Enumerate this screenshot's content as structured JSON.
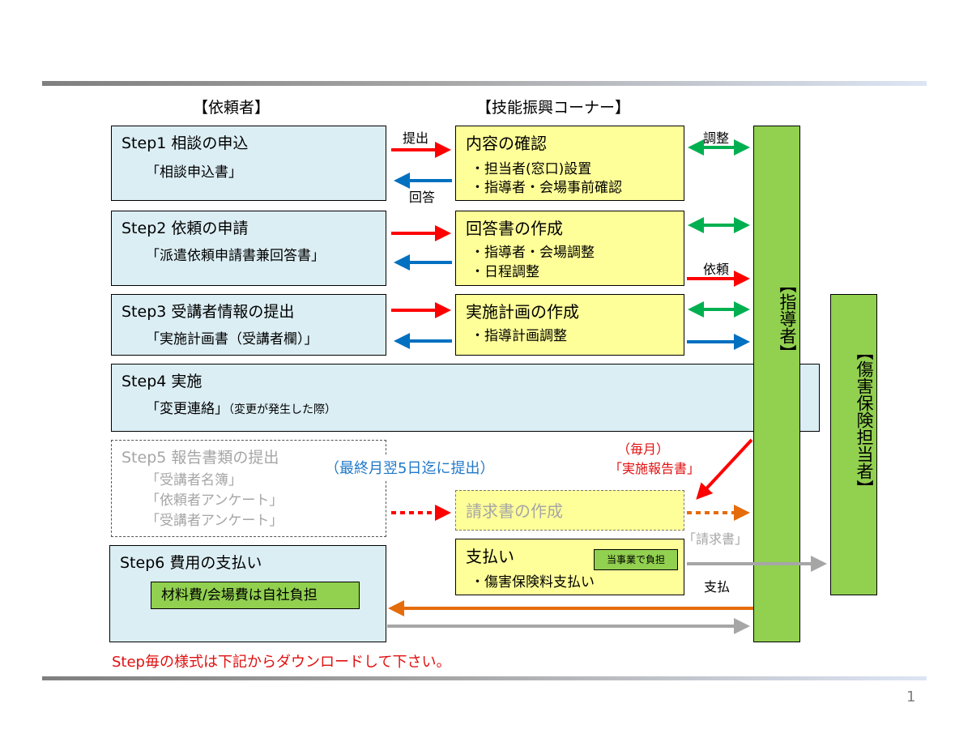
{
  "headers": {
    "requester": "【依頼者】",
    "corner": "【技能振興コーナー】"
  },
  "steps": [
    {
      "title": "Step1 相談の申込",
      "lines": [
        "「相談申込書」"
      ]
    },
    {
      "title": "Step2 依頼の申請",
      "lines": [
        "「派遣依頼申請書兼回答書」"
      ]
    },
    {
      "title": "Step3 受講者情報の提出",
      "lines": [
        "「実施計画書（受講者欄）」"
      ]
    },
    {
      "title": "Step4 実施",
      "lines": [
        "「変更連絡」"
      ],
      "note": "（変更が発生した際）"
    },
    {
      "title": "Step5 報告書類の提出",
      "lines": [
        "「受講者名簿」",
        "「依頼者アンケート」",
        "「受講者アンケート」"
      ]
    },
    {
      "title": "Step6 費用の支払い",
      "chip": "材料費/会場費は自社負担"
    }
  ],
  "corner_boxes": [
    {
      "title": "内容の確認",
      "lines": [
        "・担当者(窓口)設置",
        "・指導者・会場事前確認"
      ]
    },
    {
      "title": "回答書の作成",
      "lines": [
        "・指導者・会場調整",
        "・日程調整"
      ]
    },
    {
      "title": "実施計画の作成",
      "lines": [
        "・指導計画調整"
      ]
    },
    {
      "title": "請求書の作成",
      "lines": []
    },
    {
      "title": "支払い",
      "lines": [
        "・傷害保険料支払い"
      ],
      "badge": "当事業で負担"
    }
  ],
  "instructor": "【指導者】",
  "insurance": "【傷害保険担当者】",
  "arrow_labels": {
    "submit": "提出",
    "reply": "回答",
    "coordinate": "調整",
    "request": "依頼",
    "monthly": "（毎月）",
    "report": "「実施報告書」",
    "invoice": "「請求書」",
    "payment": "支払"
  },
  "deadline_note": "（最終月翌5日迄に提出）",
  "download_note": "Step毎の様式は下記からダウンロードして下さい。",
  "page_number": "1",
  "colors": {
    "red": "#ff0000",
    "blue": "#0070c0",
    "green": "#00b050",
    "orange": "#e46c0a",
    "gray": "#a6a6a6",
    "light_blue_box": "#dbeef4",
    "yellow_box": "#ffff99",
    "green_bar": "#92d050"
  }
}
